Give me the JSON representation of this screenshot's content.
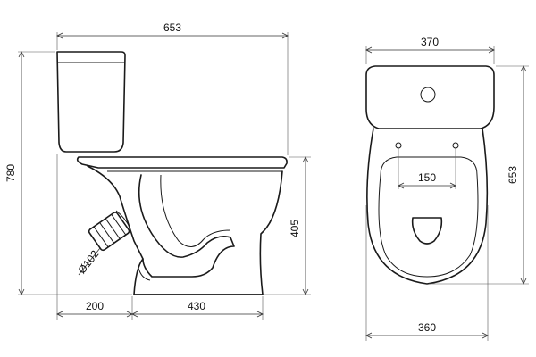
{
  "side_view": {
    "overall_width": "653",
    "overall_height": "780",
    "seat_height": "405",
    "outlet_offset": "200",
    "base_depth": "430",
    "outlet_diameter": "Ø102"
  },
  "top_view": {
    "tank_width": "370",
    "overall_depth": "653",
    "hinge_spacing": "150",
    "bowl_width": "360"
  }
}
